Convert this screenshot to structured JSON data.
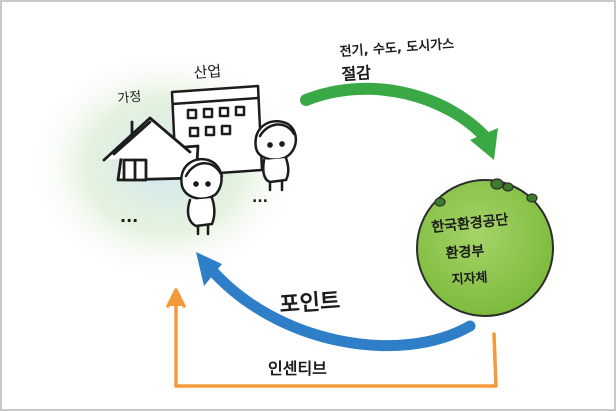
{
  "labels": {
    "household": "가정",
    "industry": "산업",
    "savings_line1": "전기, 수도, 도시가스",
    "savings_line2": "절감",
    "org_line1": "한국환경공단",
    "org_line2": "환경부",
    "org_line3": "지자체",
    "points": "포인트",
    "incentive": "인센티브",
    "ellipsis": "..."
  },
  "colors": {
    "green_arrow": "#3aa845",
    "blue_arrow": "#2f7fc8",
    "orange_arrow": "#f39a3a",
    "globe_fill": "#8cc63f",
    "globe_glow": "#d9ecc0",
    "house_glow": "#b8dcee"
  }
}
